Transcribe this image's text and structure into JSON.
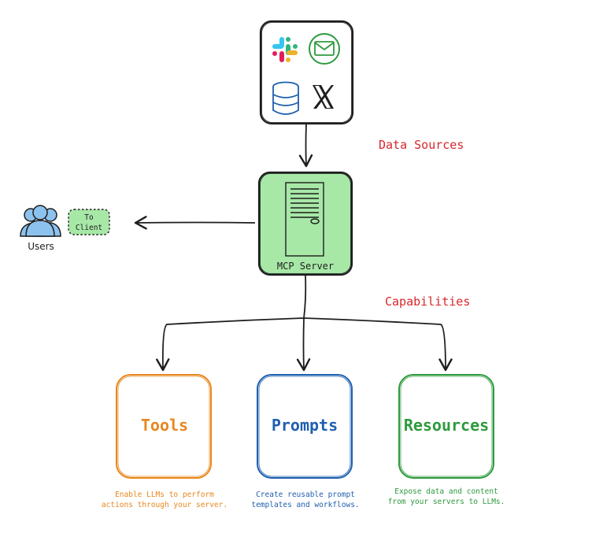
{
  "labels": {
    "data_sources": "Data Sources",
    "capabilities": "Capabilities",
    "mcp_server": "MCP Server",
    "users": "Users",
    "to_client_line1": "To",
    "to_client_line2": "Client"
  },
  "capabilities": [
    {
      "title": "Tools",
      "desc_line1": "Enable LLMs to perform",
      "desc_line2": "actions through your server.",
      "color": "#E8871E"
    },
    {
      "title": "Prompts",
      "desc_line1": "Create reusable prompt",
      "desc_line2": "templates and workflows.",
      "color": "#1F5FAF"
    },
    {
      "title": "Resources",
      "desc_line1": "Expose data and content",
      "desc_line2": "from your servers to LLMs.",
      "color": "#2E9A3E"
    }
  ],
  "colors": {
    "accent_red": "#D9262B",
    "server_fill": "#A7E8A7",
    "users_fill": "#8CC2EE",
    "to_client_fill": "#A7E8A7",
    "stroke": "#1E1E1E"
  },
  "icons": [
    "slack-icon",
    "gmail-icon",
    "database-icon",
    "x-logo-icon",
    "server-tower-icon",
    "users-icon"
  ]
}
